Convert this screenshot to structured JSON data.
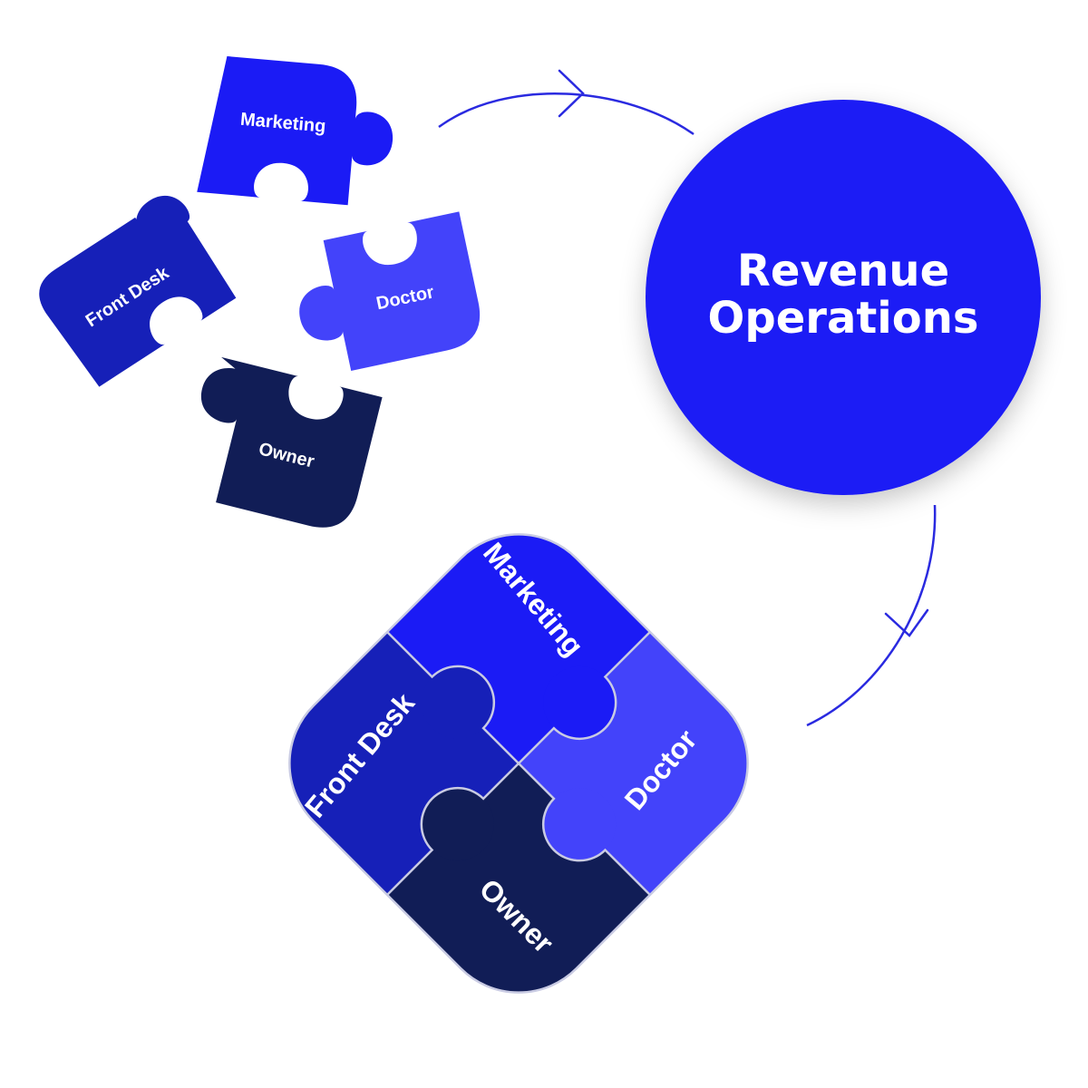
{
  "hub": {
    "line1": "Revenue",
    "line2": "Operations"
  },
  "scattered_pieces": {
    "marketing": "Marketing",
    "front_desk": "Front Desk",
    "doctor": "Doctor",
    "owner": "Owner"
  },
  "assembled_pieces": {
    "marketing": "Marketing",
    "front_desk": "Front Desk",
    "doctor": "Doctor",
    "owner": "Owner"
  },
  "colors": {
    "marketing": "#1b1bf5",
    "front_desk": "#1620b8",
    "doctor": "#4343fa",
    "owner": "#111d56",
    "hub": "#1a1af5",
    "arrow": "#2a2ae0",
    "seam": "#c9cbe3"
  },
  "icons": [
    "arrow-top",
    "arrow-right"
  ]
}
